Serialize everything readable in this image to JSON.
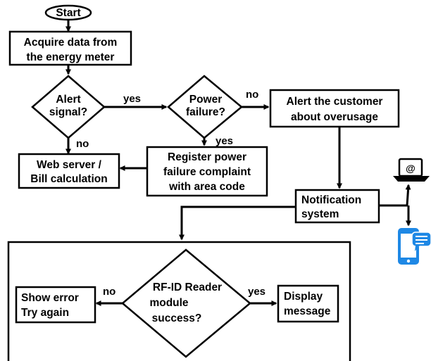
{
  "nodes": {
    "start": "Start",
    "acquire": [
      "Acquire data from",
      "the energy meter"
    ],
    "alert_signal": [
      "Alert",
      "signal?"
    ],
    "power_failure": [
      "Power",
      "failure?"
    ],
    "alert_customer": [
      "Alert the customer",
      "about overusage"
    ],
    "web_server": [
      "Web server /",
      "Bill calculation"
    ],
    "register": [
      "Register power",
      "failure complaint",
      "with area code"
    ],
    "notification": [
      "Notification",
      "system"
    ],
    "rfid": [
      "RF-ID Reader",
      "module",
      "success?"
    ],
    "show_error": [
      "Show error",
      "Try again"
    ],
    "display": [
      "Display",
      "message"
    ]
  },
  "edge_labels": {
    "alert_yes": "yes",
    "alert_no": "no",
    "power_no": "no",
    "power_yes": "yes",
    "rfid_no": "no",
    "rfid_yes": "yes"
  },
  "icons": {
    "laptop_symbol": "@",
    "laptop": "laptop-icon",
    "phone": "phone-message-icon"
  },
  "colors": {
    "line": "#000000",
    "phone": "#1E88E5"
  }
}
